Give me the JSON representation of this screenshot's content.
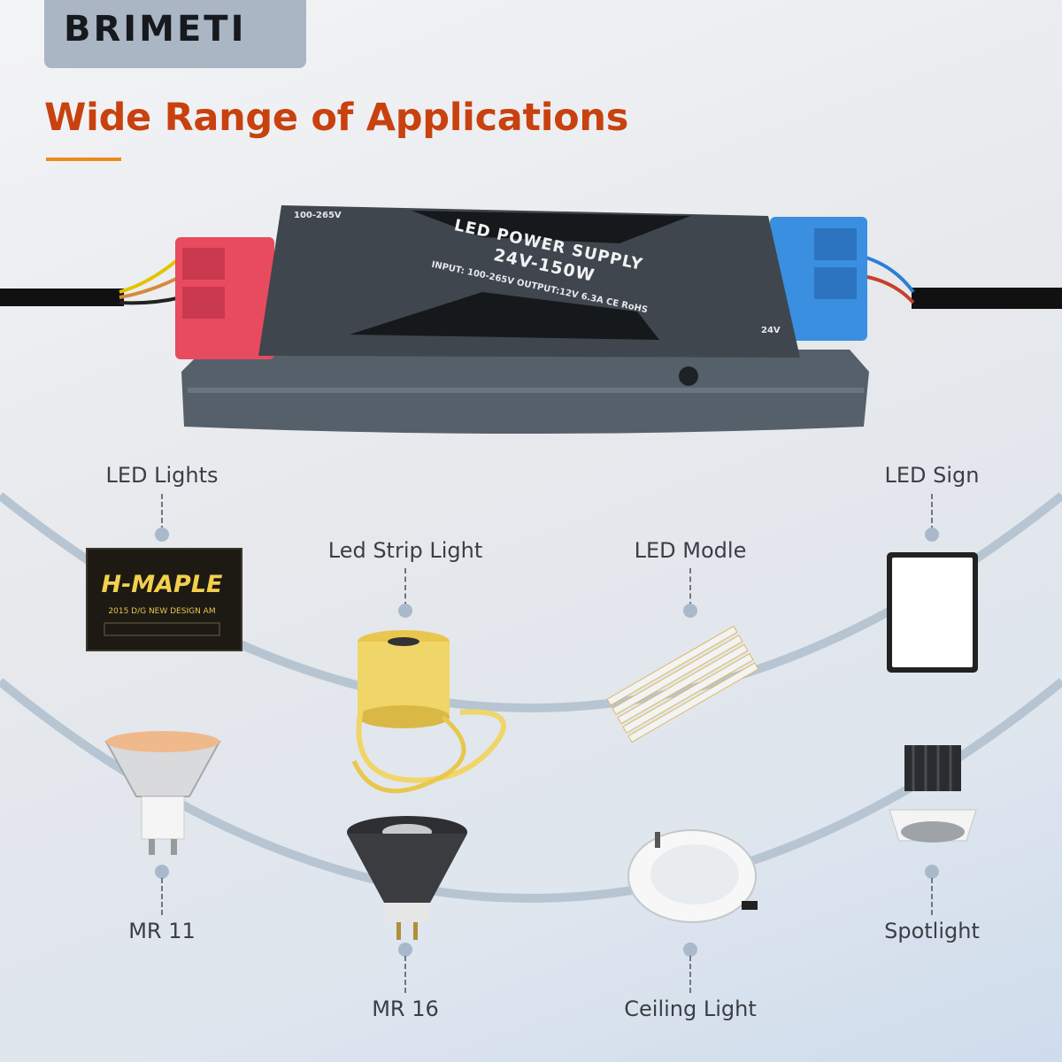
{
  "brand": {
    "name": "BRIMETI"
  },
  "header": {
    "title": "Wide Range of Applications"
  },
  "product": {
    "top_label": "LED POWER SUPPLY",
    "model": "24V-150W",
    "spec": "INPUT: 100-265V  OUTPUT:12V 6.3A  CE RoHS",
    "input_mark": "100-265V",
    "output_mark": "24V"
  },
  "sign_image": {
    "title": "H-MAPLE",
    "subtitle": "2015 D/G    NEW DESIGN  AM"
  },
  "applications": [
    {
      "label": "LED Lights"
    },
    {
      "label": "Led Strip Light"
    },
    {
      "label": "LED Modle"
    },
    {
      "label": "LED Sign"
    },
    {
      "label": "MR 11"
    },
    {
      "label": "MR 16"
    },
    {
      "label": "Ceiling Light"
    },
    {
      "label": "Spotlight"
    }
  ],
  "colors": {
    "headline": "#c8410e",
    "accent_underline": "#ee8a1c",
    "terminal_input": "#e84a5f",
    "terminal_output": "#3a8fe0",
    "housing": "#4a525b"
  }
}
